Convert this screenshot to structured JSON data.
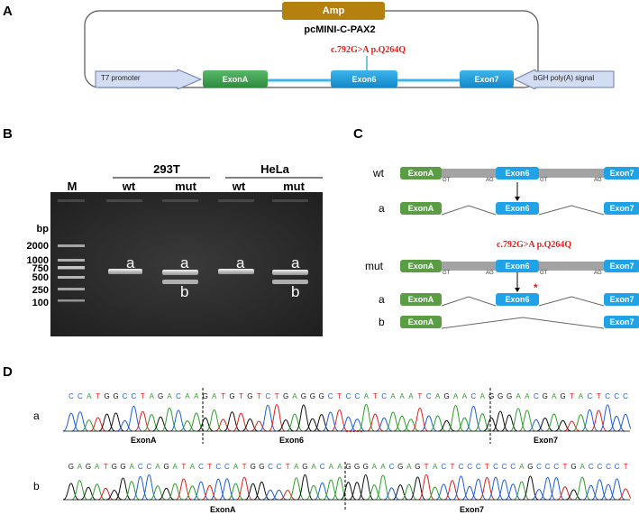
{
  "panels": {
    "a": "A",
    "b": "B",
    "c": "C",
    "d": "D"
  },
  "plasmid": {
    "name": "pcMINI-C-PAX2",
    "amp": "Amp",
    "t7": "T7 promoter",
    "exonA": "ExonA",
    "exon6": "Exon6",
    "exon7": "Exon7",
    "bgh": "bGH poly(A) signal",
    "mutation": "c.792G>A p.Q264Q"
  },
  "gel": {
    "cell1": "293T",
    "cell2": "HeLa",
    "lanes": [
      "M",
      "wt",
      "mut",
      "wt",
      "mut"
    ],
    "bp_title": "bp",
    "bp": [
      "2000",
      "1000",
      "750",
      "500",
      "250",
      "100"
    ],
    "band_a": "a",
    "band_b": "b"
  },
  "splice": {
    "wt": "wt",
    "mut": "mut",
    "a": "a",
    "b": "b",
    "exonA": "ExonA",
    "exon6": "Exon6",
    "exon7": "Exon7",
    "gt": "GT",
    "ag": "AG",
    "mutation": "c.792G>A p.Q264Q",
    "star": "*"
  },
  "seq": {
    "row_a_label": "a",
    "row_b_label": "b",
    "row_a_seq": "CCATGGCCTAGACAAGATGTGTCTGAGGGCTCCATCAAATCAGAACAGGGAACGAGTACTCCC",
    "row_b_seq": "GAGATGGACCAGATACTCCATGGCCTAGACAAGGGAACGAGTACTCCCTCCCAGCCCTGACCCCT",
    "a_exonA": "ExonA",
    "a_exon6": "Exon6",
    "a_exon7": "Exon7",
    "b_exonA": "ExonA",
    "b_exon7": "Exon7"
  },
  "colors": {
    "exon_green": "#2f8c3e",
    "exon_blue": "#1289c9",
    "mutation_red": "#e0201b",
    "gel_bg": "#2b2b2b",
    "A": "#2ca02c",
    "C": "#1f5fd6",
    "G": "#111111",
    "T": "#e0201b"
  }
}
